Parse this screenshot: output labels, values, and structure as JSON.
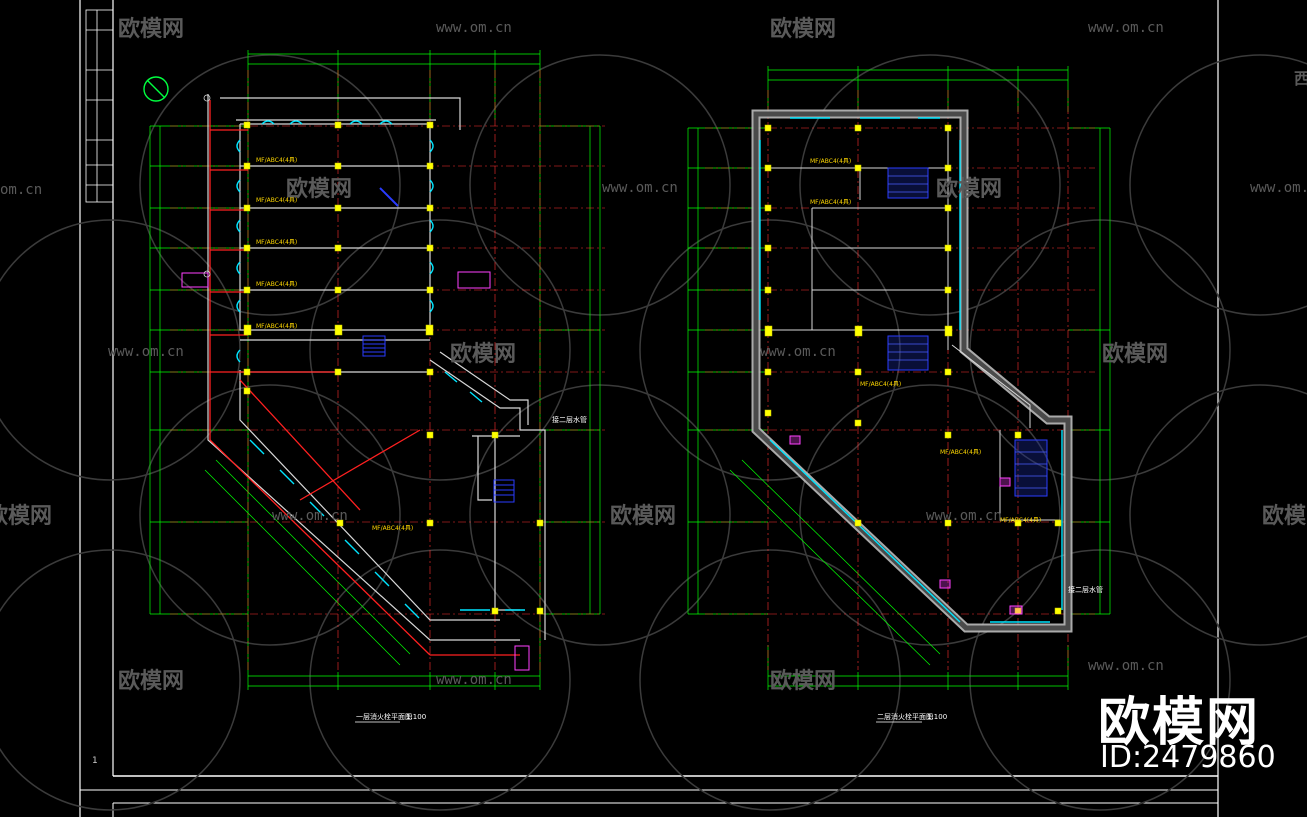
{
  "watermarks": {
    "brand": "欧模网",
    "url": "www.om.cn",
    "url_partial": "om.cn",
    "brand_partial": "欧模网",
    "edge_char": "西"
  },
  "drawings": {
    "left_caption": "一层消火栓平面图",
    "left_scale": "1:100",
    "right_caption": "二层消火栓平面图",
    "right_scale": "1:100",
    "extinguisher_label": "MF/ABC4(4具)",
    "note_right": "接二层水管",
    "note_left": "接二层水管"
  },
  "brand_block": {
    "name": "欧模网",
    "id": "ID:2479860"
  },
  "page_number": "1",
  "colors": {
    "background": "#000000",
    "frame": "#ffffff",
    "wall": "#d8d8d8",
    "grid_axis": "#ff3333",
    "dimension": "#00ff00",
    "pipe": "#ff2020",
    "window": "#00e5ff",
    "column": "#ffff00",
    "stair": "#2a3cff",
    "hydrant": "#ff40ff",
    "watermark": "#5a5a5a"
  }
}
